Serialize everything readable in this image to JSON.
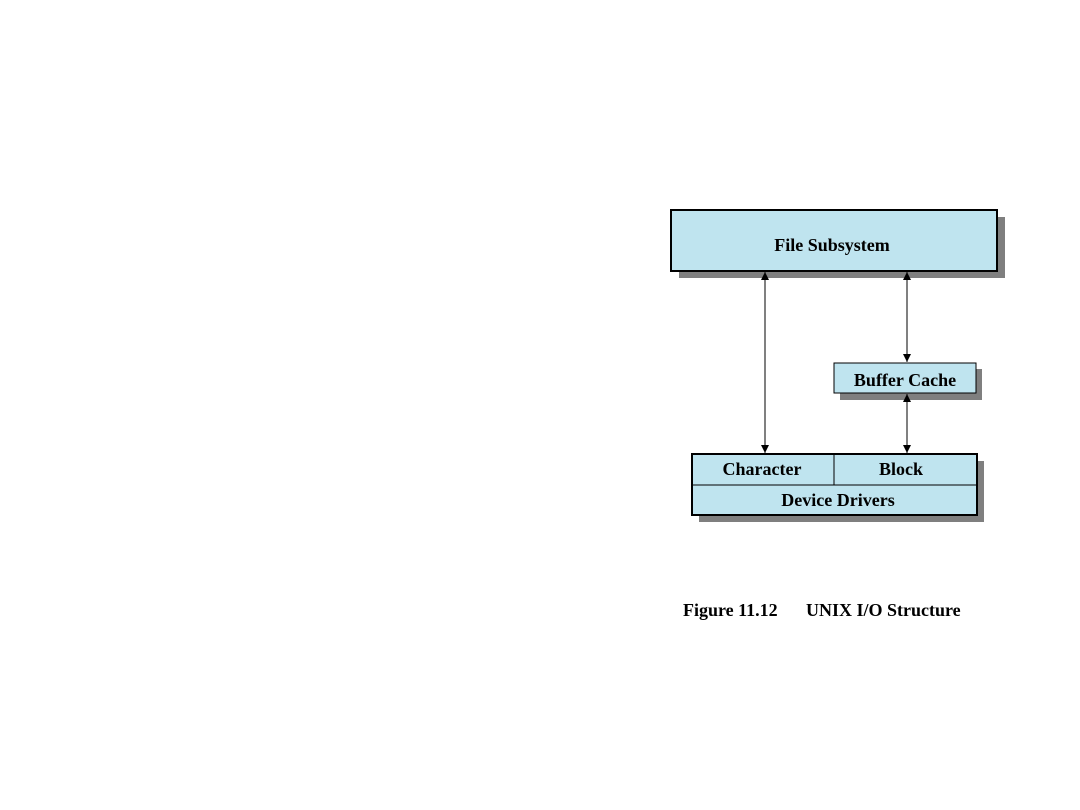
{
  "diagram": {
    "boxes": {
      "file_subsystem": "File Subsystem",
      "buffer_cache": "Buffer Cache",
      "character": "Character",
      "block": "Block",
      "device_drivers": "Device Drivers"
    },
    "caption": {
      "figure_number": "Figure 11.12",
      "title": "UNIX I/O Structure"
    }
  },
  "colors": {
    "box_fill": "#bfe4ef",
    "border": "#000000",
    "shadow": "#7f7f7f"
  }
}
